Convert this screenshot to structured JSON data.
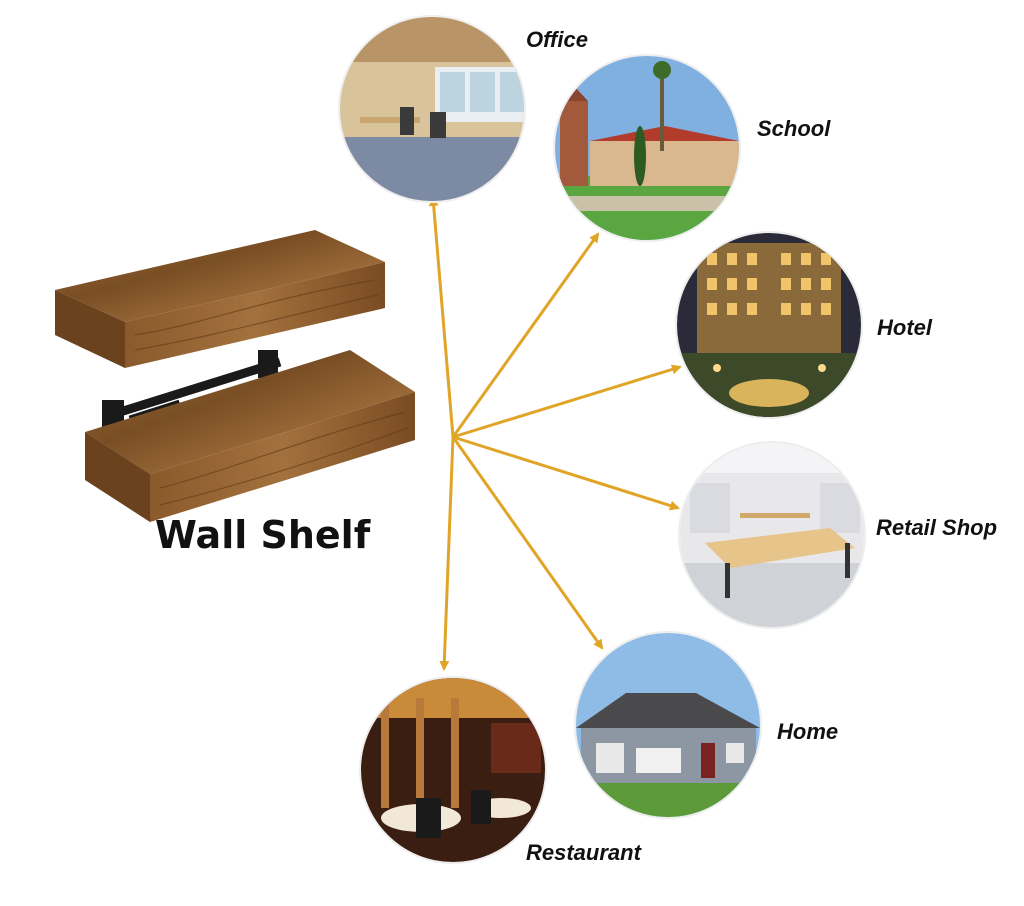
{
  "product": {
    "title": "Wall Shelf"
  },
  "locations": [
    {
      "id": "office",
      "label": "Office",
      "icon": "office-photo"
    },
    {
      "id": "school",
      "label": "School",
      "icon": "school-photo"
    },
    {
      "id": "hotel",
      "label": "Hotel",
      "icon": "hotel-photo"
    },
    {
      "id": "retail",
      "label": "Retail Shop",
      "icon": "retail-shop-photo"
    },
    {
      "id": "home",
      "label": "Home",
      "icon": "home-photo"
    },
    {
      "id": "restaurant",
      "label": "Restaurant",
      "icon": "restaurant-photo"
    }
  ],
  "colors": {
    "arrow": "#e0a526",
    "wood": "#8a5a2b",
    "bracket": "#1a1a1a"
  }
}
